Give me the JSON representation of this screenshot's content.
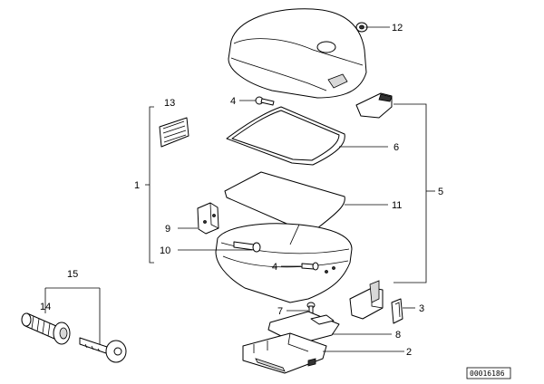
{
  "diagram": {
    "callouts": {
      "c1": "1",
      "c2": "2",
      "c3": "3",
      "c4a": "4",
      "c4b": "4",
      "c5": "5",
      "c6": "6",
      "c7": "7",
      "c8": "8",
      "c9": "9",
      "c10": "10",
      "c11": "11",
      "c12": "12",
      "c13": "13",
      "c14": "14",
      "c15": "15"
    },
    "reference": "00016186"
  }
}
